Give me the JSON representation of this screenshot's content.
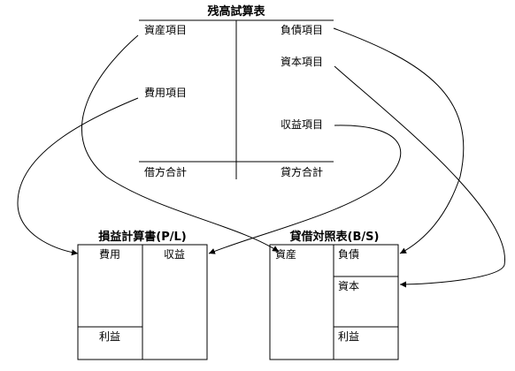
{
  "trial_balance": {
    "title": "残高試算表",
    "asset_items": "資産項目",
    "expense_items": "費用項目",
    "liability_items": "負債項目",
    "capital_items": "資本項目",
    "revenue_items": "収益項目",
    "debit_total": "借方合計",
    "credit_total": "貸方合計"
  },
  "income_statement": {
    "title": "損益計算書(P/L)",
    "expenses": "費用",
    "revenue": "収益",
    "profit": "利益"
  },
  "balance_sheet": {
    "title": "貸借対照表(B/S)",
    "assets": "資産",
    "liabilities": "負債",
    "capital": "資本",
    "profit": "利益"
  }
}
